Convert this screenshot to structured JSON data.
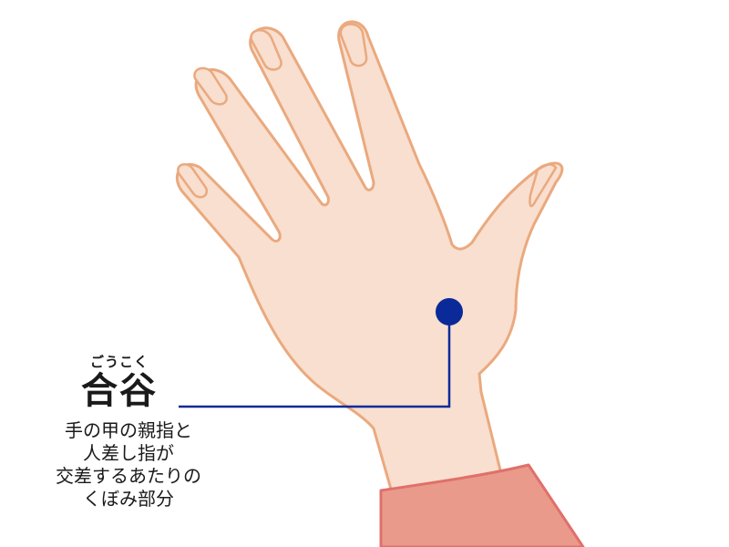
{
  "acupoint": {
    "reading": "ごうこく",
    "name": "合谷",
    "description_lines": [
      "手の甲の親指と",
      "人差し指が",
      "交差するあたりの",
      "くぼみ部分"
    ]
  },
  "colors": {
    "skin_fill": "#f8dfcf",
    "skin_outline": "#eaa97e",
    "sleeve_fill": "#e99a8b",
    "sleeve_outline": "#e0706a",
    "marker": "#0a2a99",
    "text": "#1a1a1a"
  },
  "icons": {
    "hand": "hand-back-illustration",
    "marker": "acupoint-dot"
  }
}
